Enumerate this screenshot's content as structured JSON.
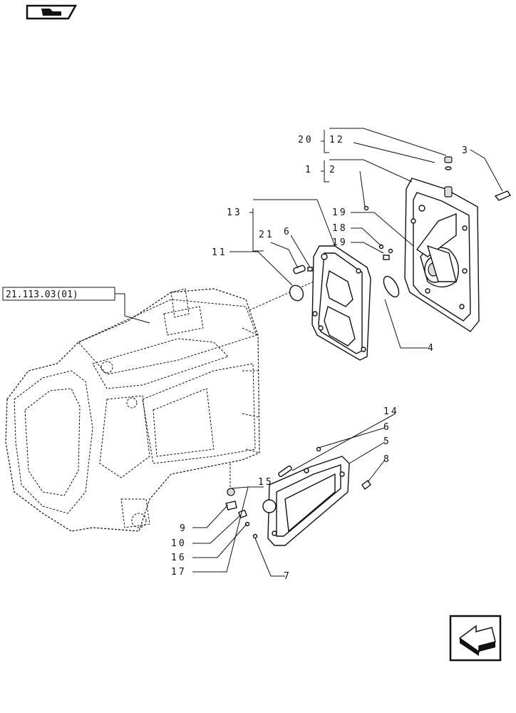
{
  "reference_box": "21.113.03(01)",
  "callouts": {
    "c20": "20",
    "c12": "12",
    "c3": "3",
    "c1": "1",
    "c2": "2",
    "c13": "13",
    "c21": "21",
    "c6a": "6",
    "c11": "11",
    "c19a": "19",
    "c18": "18",
    "c19b": "19",
    "c4": "4",
    "c14": "14",
    "c6b": "6",
    "c5": "5",
    "c8": "8",
    "c15": "15",
    "c9": "9",
    "c10": "10",
    "c16": "16",
    "c17": "17",
    "c7": "7"
  },
  "icons": {
    "top_left": "book-icon",
    "bottom_right": "next-page-arrow-icon"
  }
}
